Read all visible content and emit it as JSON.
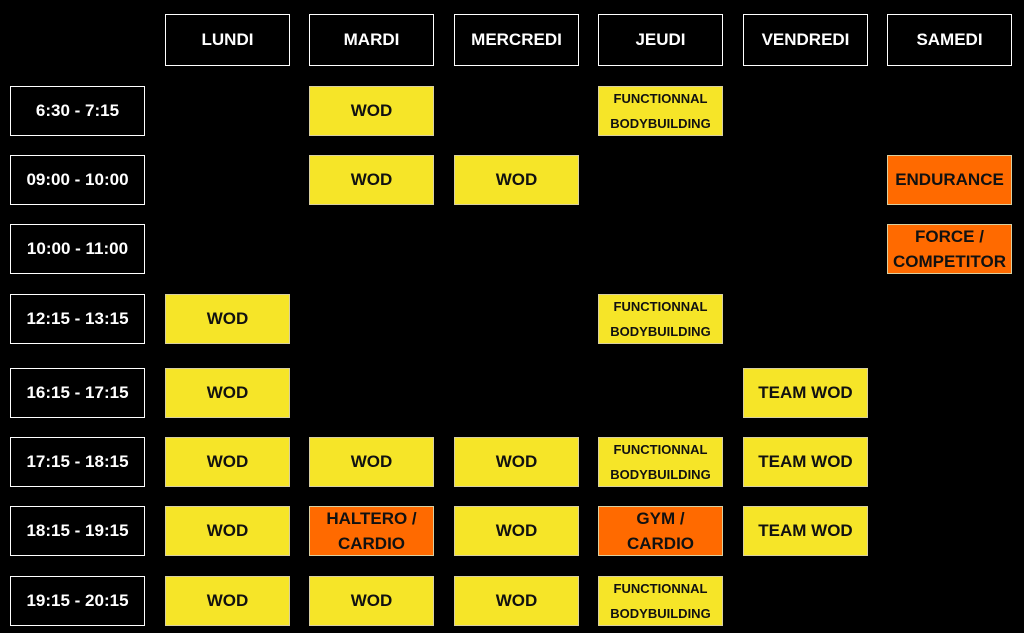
{
  "colors": {
    "yellow": "#f6e528",
    "orange": "#ff6a00",
    "background": "#000000"
  },
  "days": [
    "LUNDI",
    "MARDI",
    "MERCREDI",
    "JEUDI",
    "VENDREDI",
    "SAMEDI"
  ],
  "times": [
    "6:30 - 7:15",
    "09:00 - 10:00",
    "10:00 - 11:00",
    "12:15 - 13:15",
    "16:15 - 17:15",
    "17:15 - 18:15",
    "18:15 - 19:15",
    "19:15 - 20:15"
  ],
  "classes": [
    {
      "row": 0,
      "day": 1,
      "lines": [
        "WOD"
      ],
      "color": "yellow"
    },
    {
      "row": 0,
      "day": 3,
      "lines": [
        "FUNCTIONNAL",
        "BODYBUILDING"
      ],
      "color": "yellow",
      "small": true
    },
    {
      "row": 1,
      "day": 1,
      "lines": [
        "WOD"
      ],
      "color": "yellow"
    },
    {
      "row": 1,
      "day": 2,
      "lines": [
        "WOD"
      ],
      "color": "yellow"
    },
    {
      "row": 1,
      "day": 5,
      "lines": [
        "ENDURANCE"
      ],
      "color": "orange"
    },
    {
      "row": 2,
      "day": 5,
      "lines": [
        "FORCE /",
        "COMPETITOR"
      ],
      "color": "orange"
    },
    {
      "row": 3,
      "day": 0,
      "lines": [
        "WOD"
      ],
      "color": "yellow"
    },
    {
      "row": 3,
      "day": 3,
      "lines": [
        "FUNCTIONNAL",
        "BODYBUILDING"
      ],
      "color": "yellow",
      "small": true
    },
    {
      "row": 4,
      "day": 0,
      "lines": [
        "WOD"
      ],
      "color": "yellow"
    },
    {
      "row": 4,
      "day": 4,
      "lines": [
        "TEAM WOD"
      ],
      "color": "yellow"
    },
    {
      "row": 5,
      "day": 0,
      "lines": [
        "WOD"
      ],
      "color": "yellow"
    },
    {
      "row": 5,
      "day": 1,
      "lines": [
        "WOD"
      ],
      "color": "yellow"
    },
    {
      "row": 5,
      "day": 2,
      "lines": [
        "WOD"
      ],
      "color": "yellow"
    },
    {
      "row": 5,
      "day": 3,
      "lines": [
        "FUNCTIONNAL",
        "BODYBUILDING"
      ],
      "color": "yellow",
      "small": true
    },
    {
      "row": 5,
      "day": 4,
      "lines": [
        "TEAM WOD"
      ],
      "color": "yellow"
    },
    {
      "row": 6,
      "day": 0,
      "lines": [
        "WOD"
      ],
      "color": "yellow"
    },
    {
      "row": 6,
      "day": 1,
      "lines": [
        "HALTERO /",
        "CARDIO"
      ],
      "color": "orange"
    },
    {
      "row": 6,
      "day": 2,
      "lines": [
        "WOD"
      ],
      "color": "yellow"
    },
    {
      "row": 6,
      "day": 3,
      "lines": [
        "GYM /",
        "CARDIO"
      ],
      "color": "orange"
    },
    {
      "row": 6,
      "day": 4,
      "lines": [
        "TEAM WOD"
      ],
      "color": "yellow"
    },
    {
      "row": 7,
      "day": 0,
      "lines": [
        "WOD"
      ],
      "color": "yellow"
    },
    {
      "row": 7,
      "day": 1,
      "lines": [
        "WOD"
      ],
      "color": "yellow"
    },
    {
      "row": 7,
      "day": 2,
      "lines": [
        "WOD"
      ],
      "color": "yellow"
    },
    {
      "row": 7,
      "day": 3,
      "lines": [
        "FUNCTIONNAL",
        "BODYBUILDING"
      ],
      "color": "yellow",
      "small": true
    }
  ]
}
